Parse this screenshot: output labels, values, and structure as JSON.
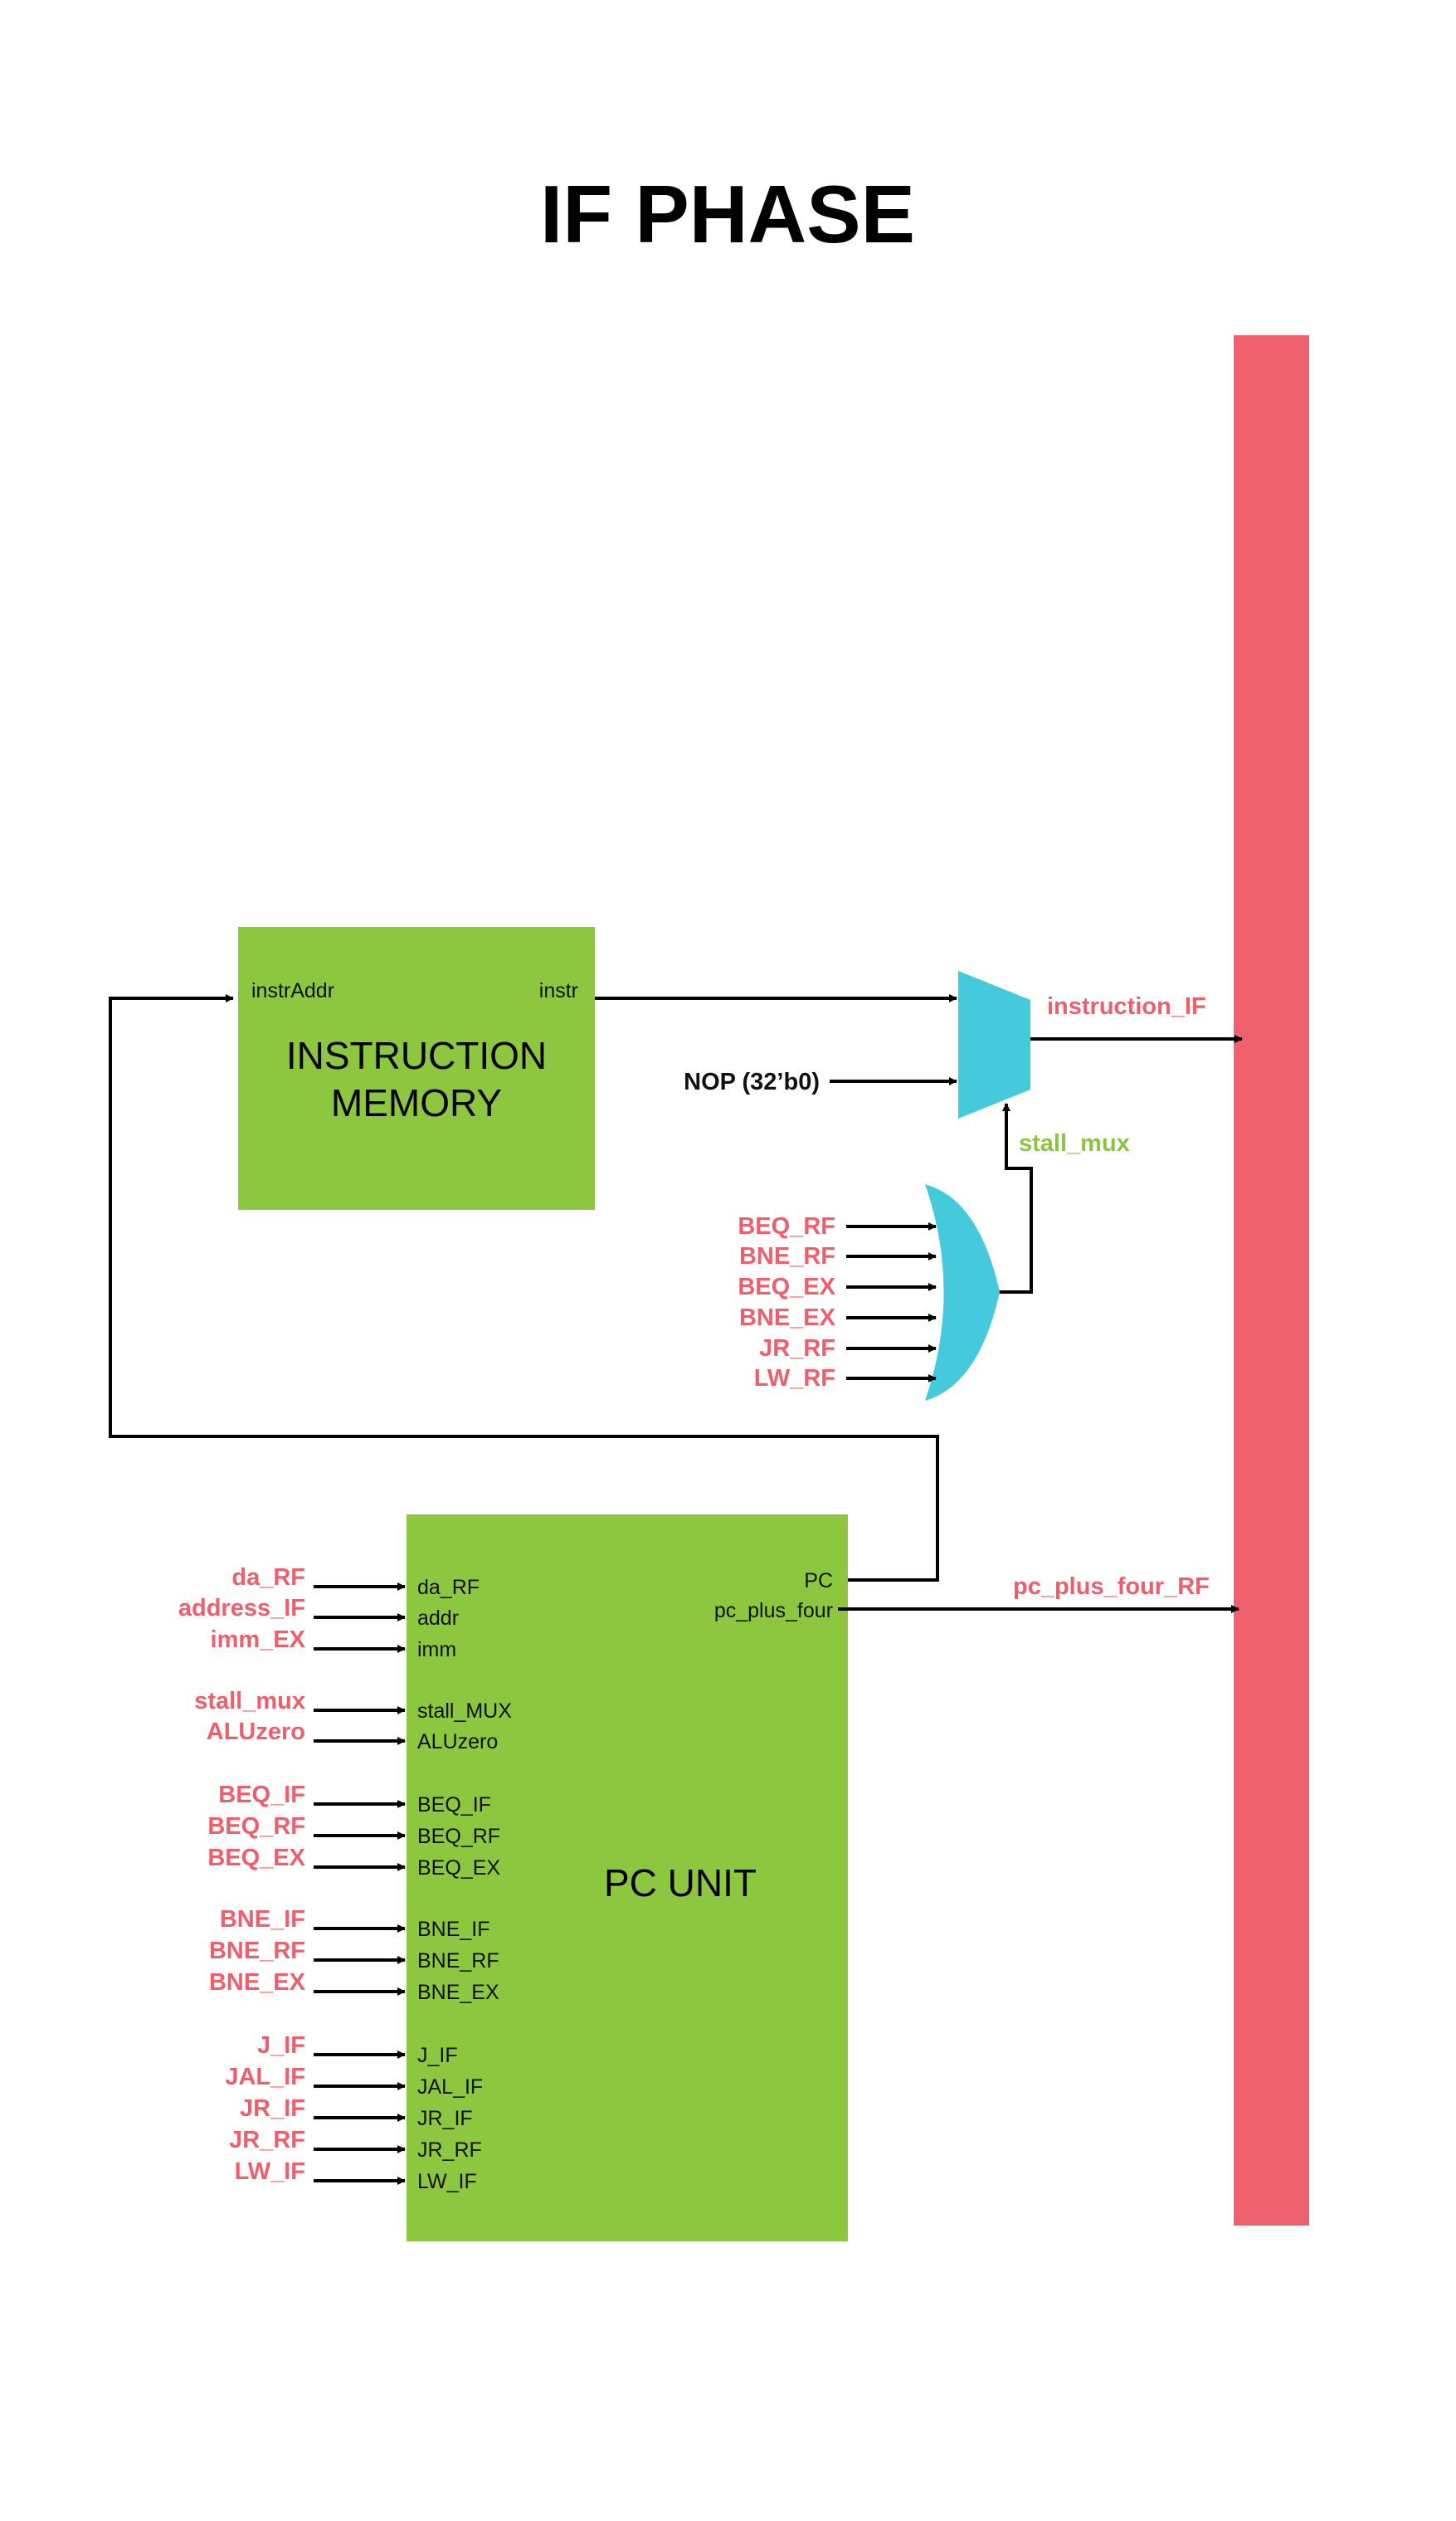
{
  "title": "IF PHASE",
  "colors": {
    "block": "#8dc63f",
    "mux": "#45c9dc",
    "pipeline_register": "#f0616f",
    "signal_label": "#ee5f6e",
    "control_label": "#8cc63f",
    "wire": "#000000"
  },
  "instruction_memory": {
    "title_line1": "INSTRUCTION",
    "title_line2": "MEMORY",
    "port_in": "instrAddr",
    "port_out": "instr"
  },
  "mux": {
    "input_nop": "NOP (32’b0)",
    "output": "instruction_IF",
    "select": "stall_mux"
  },
  "or_gate": {
    "inputs": [
      "BEQ_RF",
      "BNE_RF",
      "BEQ_EX",
      "BNE_EX",
      "JR_RF",
      "LW_RF"
    ]
  },
  "pc_unit": {
    "title": "PC UNIT",
    "port_pc": "PC",
    "port_pc_plus_four": "pc_plus_four",
    "output_signal": "pc_plus_four_RF",
    "inputs": [
      {
        "signal": "da_RF",
        "port": "da_RF"
      },
      {
        "signal": "address_IF",
        "port": "addr"
      },
      {
        "signal": "imm_EX",
        "port": "imm"
      },
      {
        "signal": "stall_mux",
        "port": "stall_MUX"
      },
      {
        "signal": "ALUzero",
        "port": "ALUzero"
      },
      {
        "signal": "BEQ_IF",
        "port": "BEQ_IF"
      },
      {
        "signal": "BEQ_RF",
        "port": "BEQ_RF"
      },
      {
        "signal": "BEQ_EX",
        "port": "BEQ_EX"
      },
      {
        "signal": "BNE_IF",
        "port": "BNE_IF"
      },
      {
        "signal": "BNE_RF",
        "port": "BNE_RF"
      },
      {
        "signal": "BNE_EX",
        "port": "BNE_EX"
      },
      {
        "signal": "J_IF",
        "port": "J_IF"
      },
      {
        "signal": "JAL_IF",
        "port": "JAL_IF"
      },
      {
        "signal": "JR_IF",
        "port": "JR_IF"
      },
      {
        "signal": "JR_RF",
        "port": "JR_RF"
      },
      {
        "signal": "LW_IF",
        "port": "LW_IF"
      }
    ]
  }
}
